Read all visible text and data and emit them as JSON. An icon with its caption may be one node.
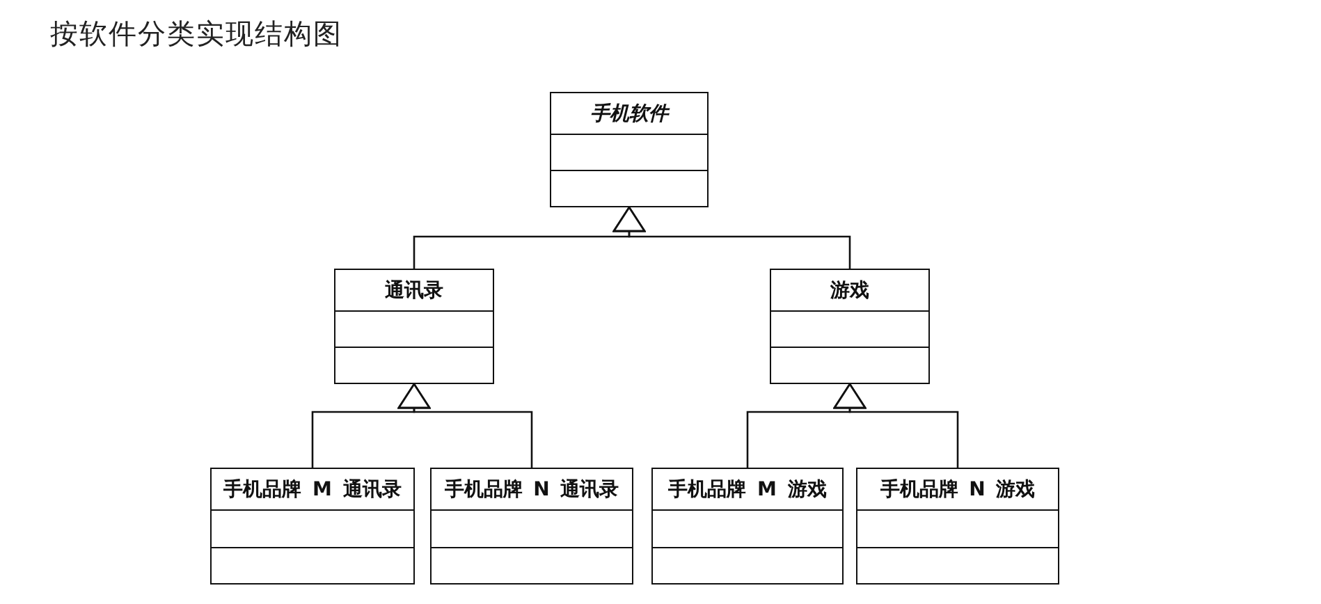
{
  "diagram": {
    "title": "按软件分类实现结构图",
    "nodes": [
      {
        "text": [
          "手机软件"
        ]
      },
      {
        "text": [
          "通讯录"
        ]
      },
      {
        "text": [
          "游戏"
        ]
      },
      {
        "text": [
          "手机品牌 M 通讯录"
        ]
      },
      {
        "text": [
          "手机品牌 N 通讯录"
        ]
      },
      {
        "text": [
          "手机品牌 M 游戏"
        ]
      },
      {
        "text": [
          "手机品牌 N 游戏"
        ]
      }
    ],
    "edges": [
      {
        "from": 1,
        "to": 0,
        "arrow": "to"
      },
      {
        "from": 2,
        "to": 0,
        "arrow": "to"
      },
      {
        "from": 3,
        "to": 1,
        "arrow": "to"
      },
      {
        "from": 4,
        "to": 1,
        "arrow": "to"
      },
      {
        "from": 5,
        "to": 2,
        "arrow": "to"
      },
      {
        "from": 6,
        "to": 2,
        "arrow": "to"
      }
    ]
  }
}
